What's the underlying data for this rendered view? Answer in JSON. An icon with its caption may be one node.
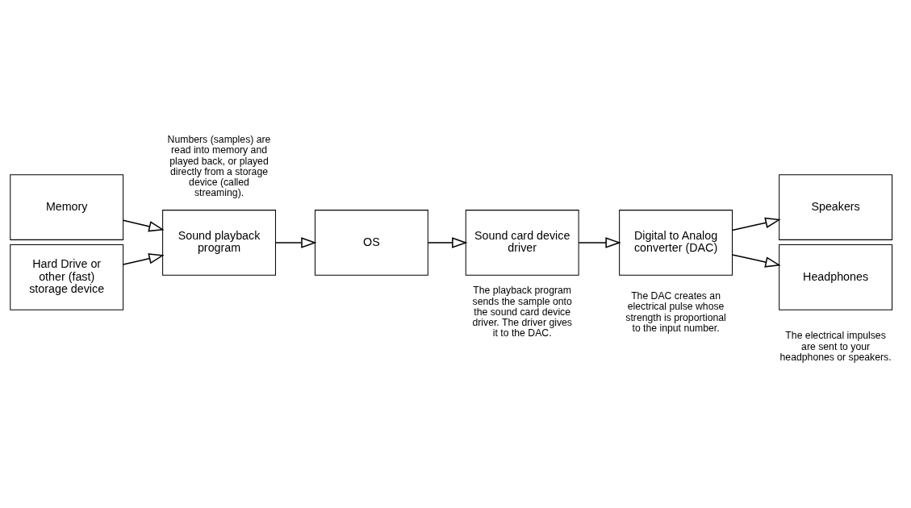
{
  "diagram": {
    "nodes": [
      {
        "text": [
          "Memory"
        ]
      },
      {
        "text": [
          "Hard Drive or other (fast) storage device"
        ]
      },
      {
        "text": [
          "Sound playback program"
        ]
      },
      {
        "text": [
          "OS"
        ]
      },
      {
        "text": [
          "Sound card device driver"
        ],
        "beside": [
          "The playback program sends the sample onto the sound card device driver. The driver gives it to the DAC."
        ]
      },
      {
        "text": [
          "Speakers"
        ]
      },
      {
        "text": [
          "Headphones"
        ],
        "beside": [
          "The electrical impulses are sent to your headphones or speakers."
        ]
      },
      {
        "text": [
          "Digital to Analog converter (DAC)"
        ],
        "beside": [
          "The DAC creates an electrical pulse whose strength is proportional to the input number."
        ]
      }
    ],
    "edges": [
      {
        "from": 0,
        "to": 2,
        "arrow": "to"
      },
      {
        "from": 1,
        "to": 2,
        "arrow": "to"
      },
      {
        "from": 2,
        "to": 3,
        "arrow": "to"
      },
      {
        "from": 3,
        "to": 4,
        "arrow": "to"
      },
      {
        "from": 4,
        "to": 7,
        "arrow": "to"
      },
      {
        "from": 7,
        "to": 5,
        "arrow": "to"
      },
      {
        "from": 7,
        "to": 6,
        "arrow": "to"
      }
    ],
    "labels": [
      "Numbers (samples) are read into memory and played back, or played directly from a storage device (called streaming)."
    ]
  }
}
